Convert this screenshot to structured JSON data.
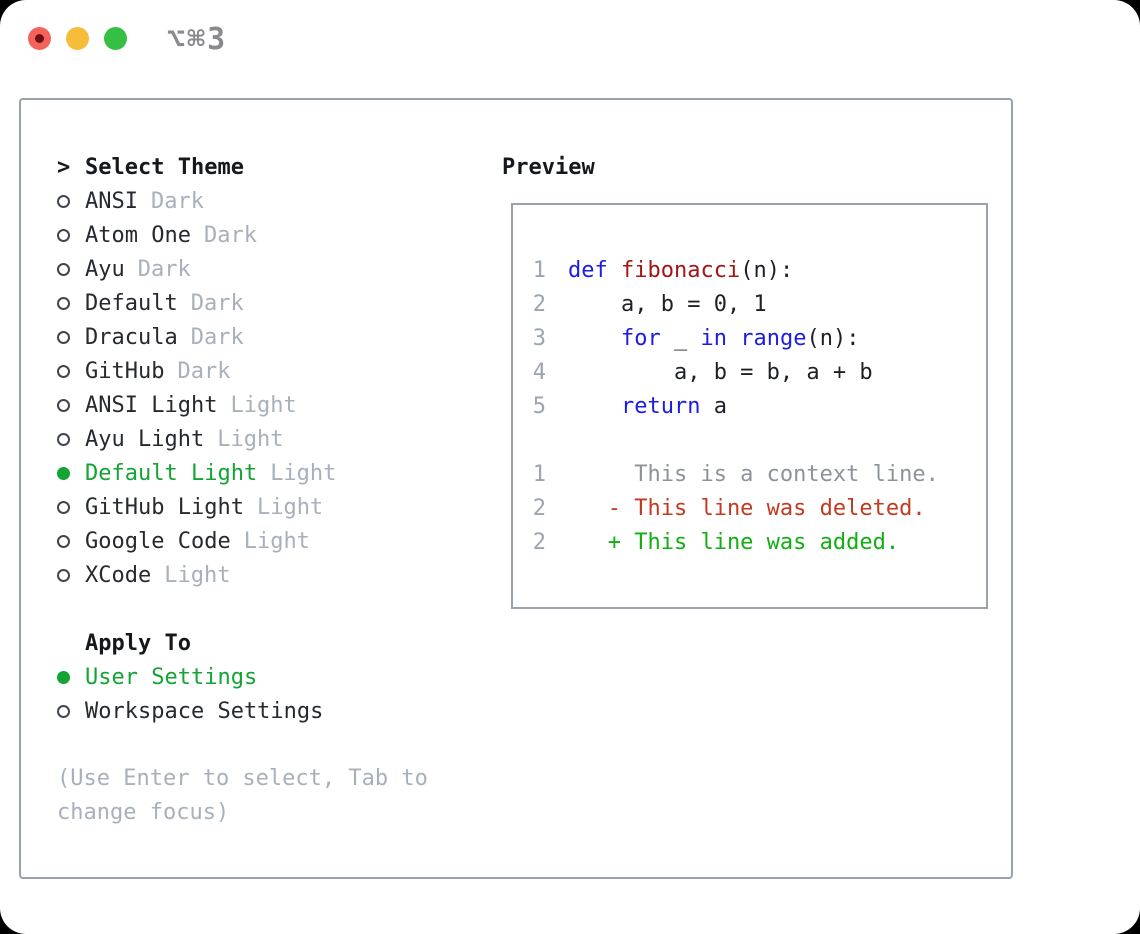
{
  "window": {
    "shortcut_label": "⌥⌘3",
    "traffic_lights": [
      "close",
      "minimize",
      "zoom"
    ]
  },
  "colors": {
    "accent_green": "#13a433",
    "keyword_blue": "#1c1ce8",
    "function_red": "#a31515",
    "deleted_red": "#c43a20",
    "added_green": "#12ae12",
    "muted_gray": "#a8b0bb",
    "border_gray": "#99a1ab"
  },
  "theme_picker": {
    "prompt": ">",
    "title": "Select Theme",
    "items": [
      {
        "name": "ANSI",
        "variant": "Dark",
        "selected": false
      },
      {
        "name": "Atom One",
        "variant": "Dark",
        "selected": false
      },
      {
        "name": "Ayu",
        "variant": "Dark",
        "selected": false
      },
      {
        "name": "Default",
        "variant": "Dark",
        "selected": false
      },
      {
        "name": "Dracula",
        "variant": "Dark",
        "selected": false
      },
      {
        "name": "GitHub",
        "variant": "Dark",
        "selected": false
      },
      {
        "name": "ANSI Light",
        "variant": "Light",
        "selected": false
      },
      {
        "name": "Ayu Light",
        "variant": "Light",
        "selected": false
      },
      {
        "name": "Default Light",
        "variant": "Light",
        "selected": true
      },
      {
        "name": "GitHub Light",
        "variant": "Light",
        "selected": false
      },
      {
        "name": "Google Code",
        "variant": "Light",
        "selected": false
      },
      {
        "name": "XCode",
        "variant": "Light",
        "selected": false
      }
    ],
    "apply_to": {
      "title": "Apply To",
      "options": [
        {
          "label": "User Settings",
          "selected": true
        },
        {
          "label": "Workspace Settings",
          "selected": false
        }
      ]
    },
    "hint": "(Use Enter to select, Tab to change focus)"
  },
  "preview": {
    "title": "Preview",
    "code_lines": [
      {
        "num": "1",
        "tokens": [
          {
            "t": "def",
            "c": "kw"
          },
          {
            "t": " ",
            "c": "p"
          },
          {
            "t": "fibonacci",
            "c": "fn"
          },
          {
            "t": "(n):",
            "c": "p"
          }
        ]
      },
      {
        "num": "2",
        "tokens": [
          {
            "t": "    a, b = 0, 1",
            "c": "p"
          }
        ]
      },
      {
        "num": "3",
        "tokens": [
          {
            "t": "    ",
            "c": "p"
          },
          {
            "t": "for",
            "c": "kw"
          },
          {
            "t": " _ ",
            "c": "p"
          },
          {
            "t": "in",
            "c": "kw"
          },
          {
            "t": " ",
            "c": "p"
          },
          {
            "t": "range",
            "c": "kw"
          },
          {
            "t": "(n):",
            "c": "p"
          }
        ]
      },
      {
        "num": "4",
        "tokens": [
          {
            "t": "        a, b = b, a + b",
            "c": "p"
          }
        ]
      },
      {
        "num": "5",
        "tokens": [
          {
            "t": "    ",
            "c": "p"
          },
          {
            "t": "return",
            "c": "kw"
          },
          {
            "t": " a",
            "c": "p"
          }
        ]
      }
    ],
    "diff_lines": [
      {
        "num": "1",
        "text": "     This is a context line.",
        "c": "context"
      },
      {
        "num": "2",
        "text": "   - This line was deleted.",
        "c": "deleted"
      },
      {
        "num": "2",
        "text": "   + This line was added.",
        "c": "added"
      }
    ]
  }
}
